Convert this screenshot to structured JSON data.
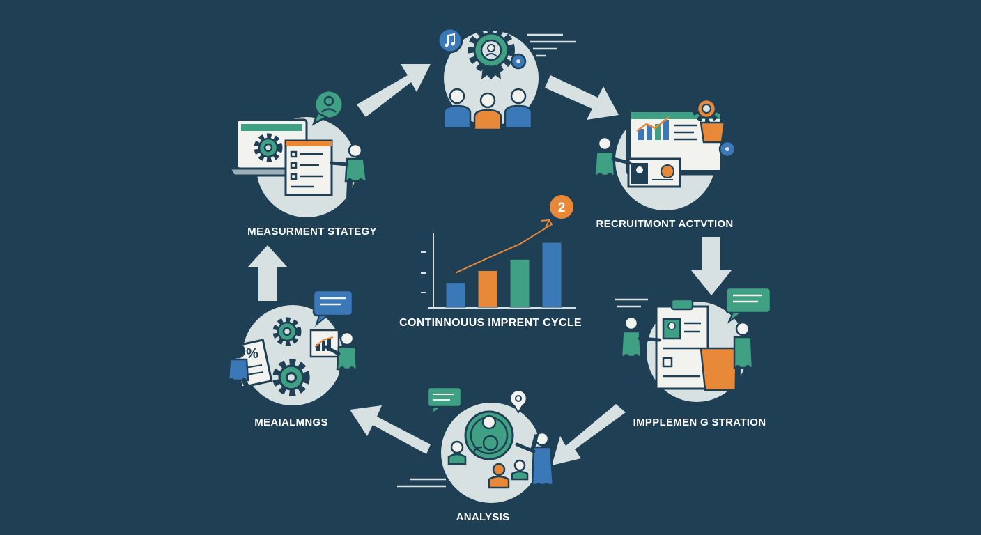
{
  "diagram": {
    "center_title": "CONTINNOUUS IMPRENT CYCLE",
    "badge_number": "2",
    "stages": [
      {
        "id": "measurement",
        "label": "MEASURMENT STATEGY"
      },
      {
        "id": "recruitment",
        "label": "RECRUITMONT ACTVTION"
      },
      {
        "id": "implementation",
        "label": "IMPPLEMEN G STRATION"
      },
      {
        "id": "analysis",
        "label": "ANALYSIS"
      },
      {
        "id": "meetings",
        "label": "MEAIALMNGS"
      }
    ]
  },
  "chart_data": {
    "type": "bar",
    "categories": [
      "",
      "",
      "",
      ""
    ],
    "series": [
      {
        "values": [
          3.5,
          5.2,
          6.8,
          9.2
        ]
      }
    ],
    "bar_colors": [
      "#3b78b8",
      "#e8893a",
      "#3fa083",
      "#3b78b8"
    ],
    "trend_color": "#e8893a",
    "ylim": [
      0,
      10
    ]
  },
  "colors": {
    "background": "#1f3f55",
    "circle": "#d7e1e1",
    "arrow": "#d7e1e1",
    "teal": "#3fa083",
    "orange": "#e8893a",
    "blue": "#3b78b8",
    "dark": "#1f3f55"
  },
  "icons": [
    "gear-icon",
    "music-note-icon",
    "chat-bubble-icon",
    "person-icon",
    "laptop-icon",
    "document-icon",
    "chart-icon",
    "percent-icon",
    "location-pin-icon"
  ]
}
